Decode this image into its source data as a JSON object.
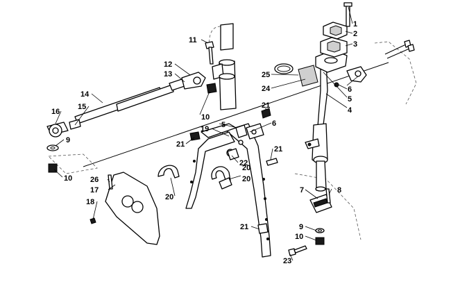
{
  "diagram": {
    "callouts": [
      {
        "id": "c1",
        "text": "1"
      },
      {
        "id": "c2",
        "text": "2"
      },
      {
        "id": "c3",
        "text": "3"
      },
      {
        "id": "c4",
        "text": "4"
      },
      {
        "id": "c5a",
        "text": "5"
      },
      {
        "id": "c5b",
        "text": "5"
      },
      {
        "id": "c6a",
        "text": "6"
      },
      {
        "id": "c6b",
        "text": "6"
      },
      {
        "id": "c7",
        "text": "7"
      },
      {
        "id": "c8",
        "text": "8"
      },
      {
        "id": "c9a",
        "text": "9"
      },
      {
        "id": "c9b",
        "text": "9"
      },
      {
        "id": "c10a",
        "text": "10"
      },
      {
        "id": "c10b",
        "text": "10"
      },
      {
        "id": "c10c",
        "text": "10"
      },
      {
        "id": "c11",
        "text": "11"
      },
      {
        "id": "c12",
        "text": "12"
      },
      {
        "id": "c13",
        "text": "13"
      },
      {
        "id": "c14",
        "text": "14"
      },
      {
        "id": "c15",
        "text": "15"
      },
      {
        "id": "c16",
        "text": "16"
      },
      {
        "id": "c17",
        "text": "17"
      },
      {
        "id": "c18",
        "text": "18"
      },
      {
        "id": "c19",
        "text": "19"
      },
      {
        "id": "c20a",
        "text": "20"
      },
      {
        "id": "c20b",
        "text": "20"
      },
      {
        "id": "c20c",
        "text": "20"
      },
      {
        "id": "c21a",
        "text": "21"
      },
      {
        "id": "c21b",
        "text": "21"
      },
      {
        "id": "c21c",
        "text": "21"
      },
      {
        "id": "c21d",
        "text": "21"
      },
      {
        "id": "c22",
        "text": "22"
      },
      {
        "id": "c23",
        "text": "23"
      },
      {
        "id": "c24",
        "text": "24"
      },
      {
        "id": "c25",
        "text": "25"
      },
      {
        "id": "c26",
        "text": "26"
      }
    ]
  }
}
